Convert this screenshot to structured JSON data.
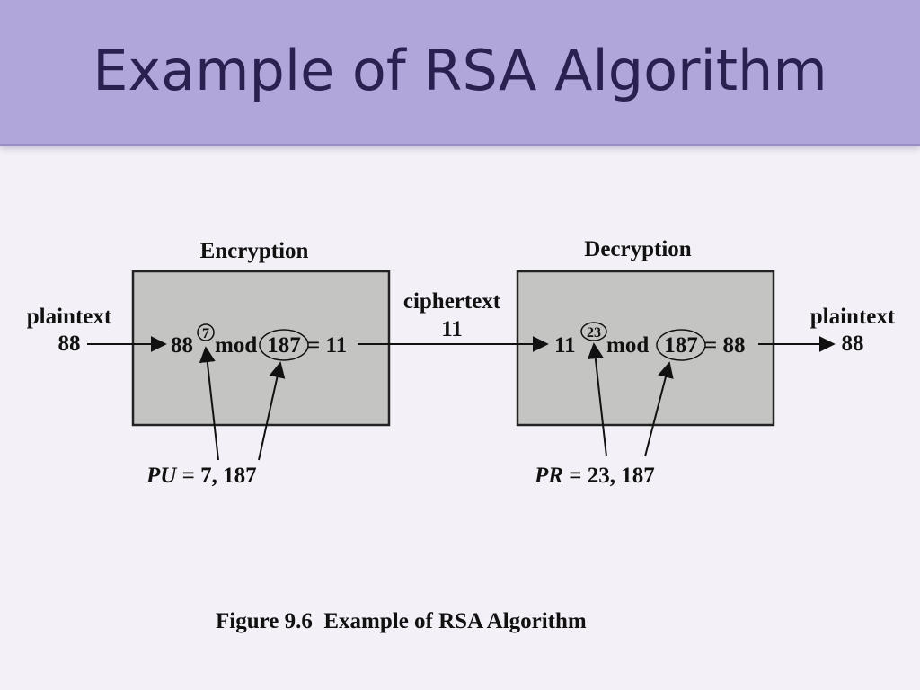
{
  "slide": {
    "title": "Example of RSA Algorithm"
  },
  "diagram": {
    "encryption_label": "Encryption",
    "decryption_label": "Decryption",
    "input": {
      "label": "plaintext",
      "value": "88"
    },
    "output": {
      "label": "plaintext",
      "value": "88"
    },
    "ciphertext": {
      "label": "ciphertext",
      "value": "11"
    },
    "encryption_box": {
      "base": "88",
      "exponent": "7",
      "mod_text": "mod",
      "modulus": "187",
      "result": "= 11"
    },
    "decryption_box": {
      "base": "11",
      "exponent": "23",
      "mod_text": "mod",
      "modulus": "187",
      "result": "= 88"
    },
    "public_key": {
      "symbol": "PU",
      "value": " = 7, 187"
    },
    "private_key": {
      "symbol": "PR",
      "value": " = 23, 187"
    },
    "caption": "Figure 9.6  Example of RSA Algorithm"
  },
  "colors": {
    "title_bar": "#b1a6da",
    "title_text": "#2a2150",
    "box_fill": "#c4c4c2",
    "background": "#f3f1f7"
  }
}
